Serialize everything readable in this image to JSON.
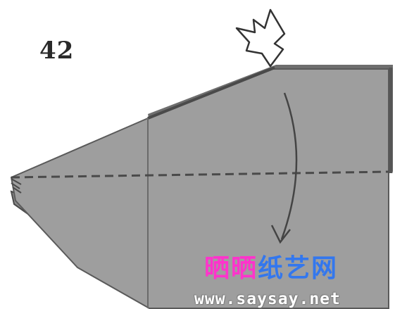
{
  "step_number": "42",
  "colors": {
    "paper_face": "#9e9e9e",
    "paper_edge": "#5a5a5a",
    "paper_dark": "#707070",
    "fold_line": "#4a4a4a",
    "arrow": "#444444",
    "watermark_pink": "#ff33cc",
    "watermark_blue": "#3377ee"
  },
  "icons": {
    "push_arrow": "hollow-push-arrow-icon",
    "fold_arrow": "curved-fold-arrow-icon"
  },
  "watermark": {
    "pink_text": "晒晒",
    "blue_text": "纸艺网",
    "url": "www.saysay.net"
  }
}
